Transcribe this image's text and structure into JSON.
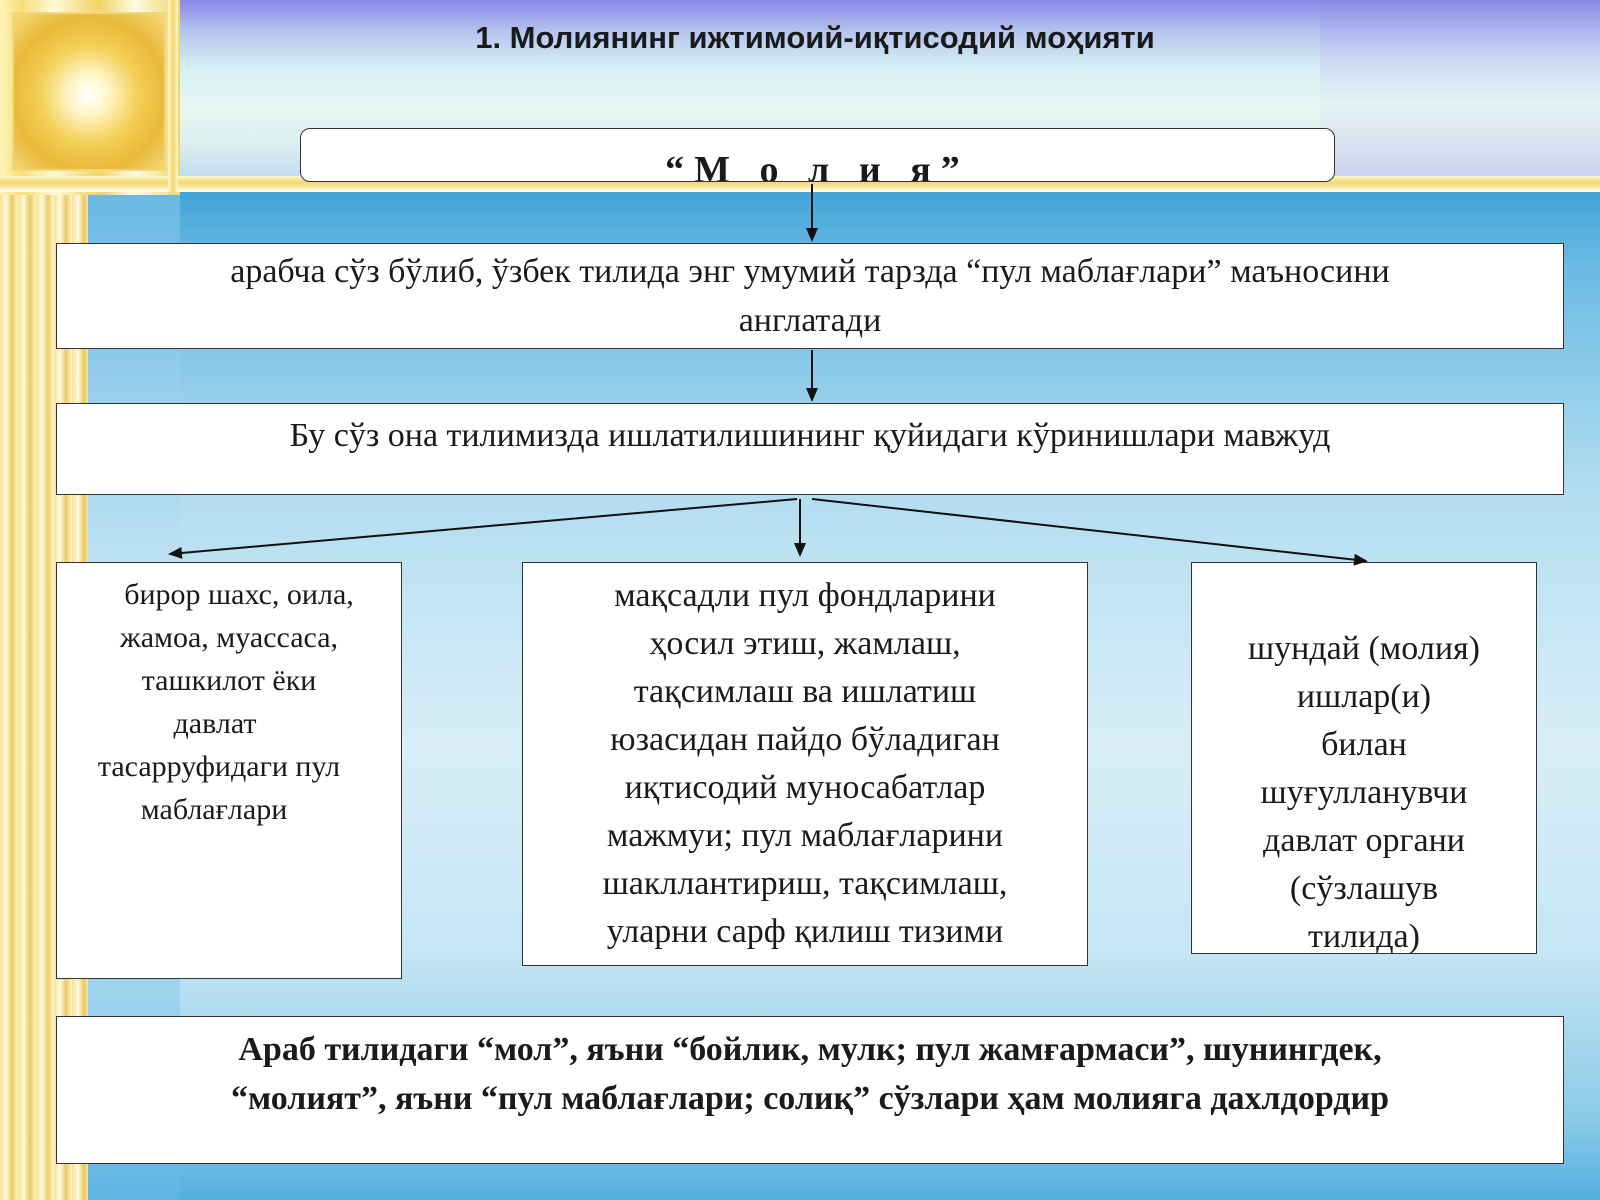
{
  "title": "1. Молиянинг ижтимоий-иқтисодий моҳияти",
  "header": "“М о л и я”",
  "definition": {
    "lines": [
      "арабча сўз бўлиб, ўзбек тилида энг умумий тарзда  “пул маблағлари” маъносини",
      "англатади"
    ]
  },
  "usage": "Бу сўз она тилимизда ишлатилишининг қуйидаги кўринишлари мавжуд",
  "branches": [
    {
      "lines": [
        "бирор шахс, оила,",
        "жамоа, муассаса,",
        "ташкилот ёки",
        "давлат",
        "тасарруфидаги пул",
        "маблағлари"
      ]
    },
    {
      "lines": [
        "мақсадли пул фондларини",
        "ҳосил этиш, жамлаш,",
        "тақсимлаш ва ишлатиш",
        "юзасидан пайдо бўладиган",
        "иқтисодий муносабатлар",
        "мажмуи; пул маблағларини",
        "шакллантириш, тақсимлаш,",
        "уларни сарф қилиш тизими"
      ]
    },
    {
      "lines": [
        "шундай (молия)",
        "ишлар(и)",
        "билан",
        "шуғулланувчи",
        "давлат органи",
        "(сўзлашув",
        "тилида)"
      ]
    }
  ],
  "footer": {
    "lines": [
      "Араб тилидаги “мол”, яъни “бойлик, мулк; пул жамғармаси”, шунингдек,",
      "“молият”, яъни “пул маблағлари; солиқ” сўзлари ҳам молияга дахлдордир"
    ]
  }
}
